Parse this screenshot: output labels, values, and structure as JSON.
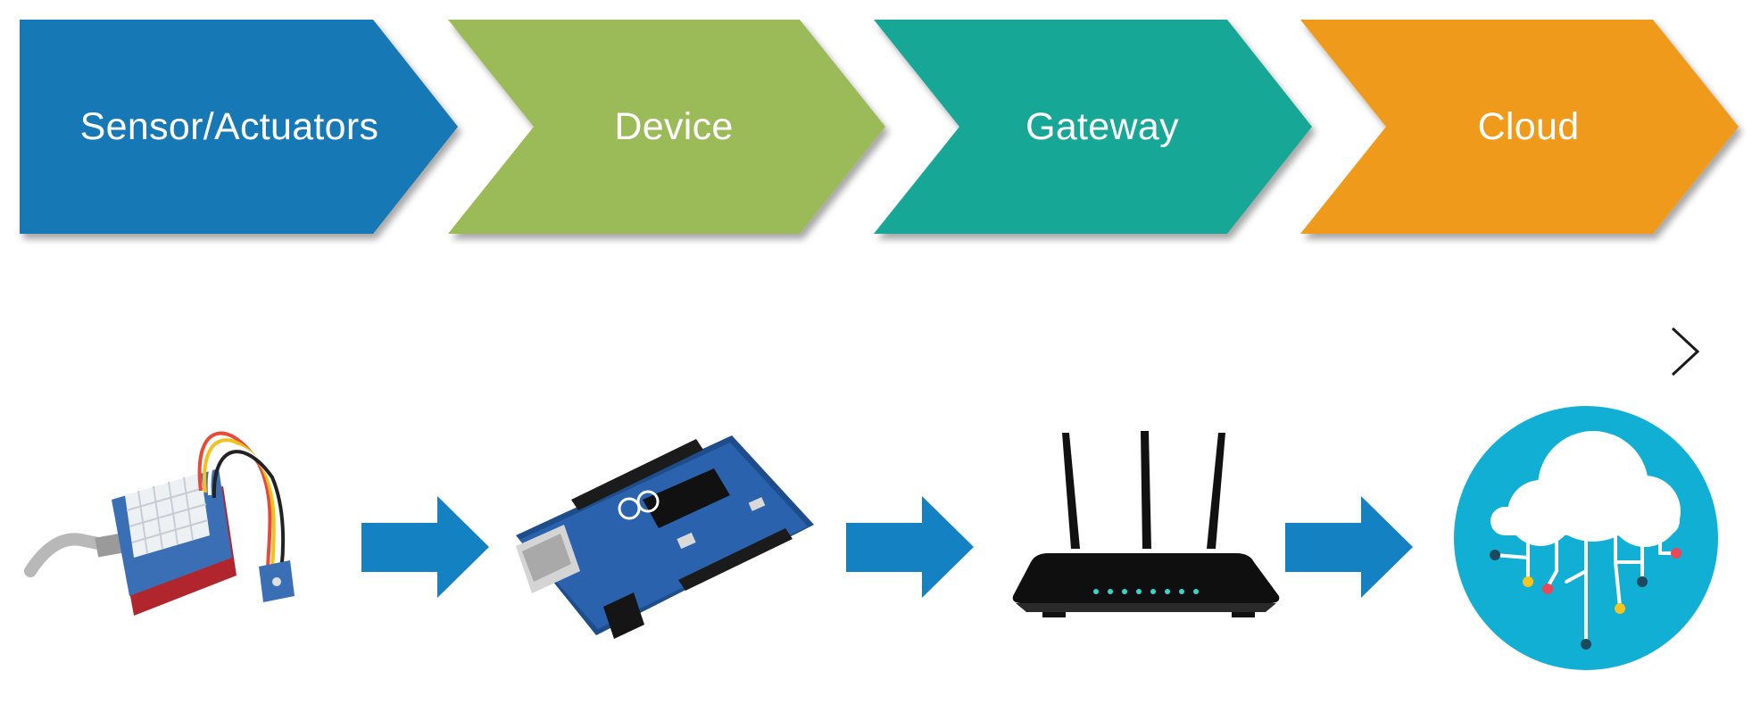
{
  "stages": [
    {
      "label": "Sensor/Actuators",
      "color": "#1279B6"
    },
    {
      "label": "Device",
      "color": "#9BBB58"
    },
    {
      "label": "Gateway",
      "color": "#18A797"
    },
    {
      "label": "Cloud",
      "color": "#F09A1A"
    }
  ],
  "flow_arrow_color": "#1482C2",
  "icons": [
    "sensor-kit-icon",
    "arduino-board-icon",
    "wifi-router-icon",
    "cloud-network-icon"
  ],
  "nav": {
    "next_icon": "chevron-right-icon"
  }
}
